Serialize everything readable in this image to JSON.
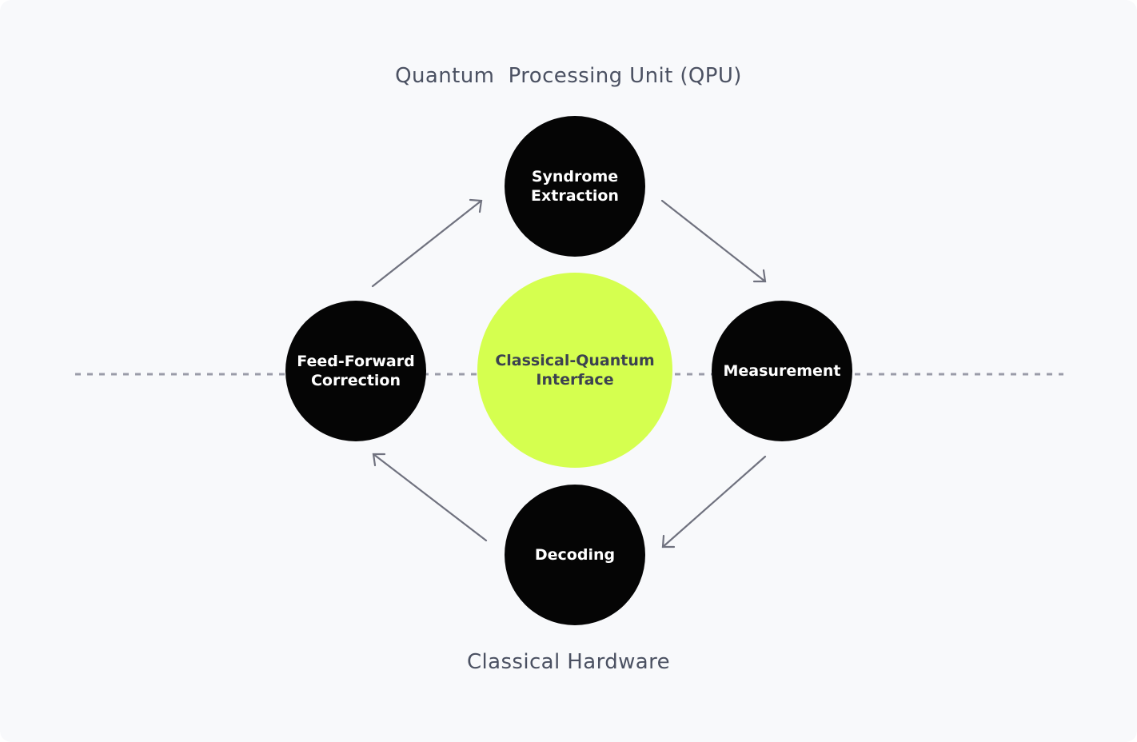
{
  "labels": {
    "top": "Quantum  Processing Unit (QPU)",
    "bottom": "Classical Hardware"
  },
  "nodes": {
    "syndrome": "Syndrome\nExtraction",
    "measurement": "Measurement",
    "decoding": "Decoding",
    "feedforward": "Feed-Forward\nCorrection",
    "interface": "Classical-Quantum\nInterface"
  },
  "colors": {
    "background": "#f8f9fb",
    "node_dark": "#050505",
    "node_accent": "#d5ff4f",
    "arrow": "#70727f",
    "divider": "#9a9ca8",
    "label_text": "#4b5162"
  }
}
